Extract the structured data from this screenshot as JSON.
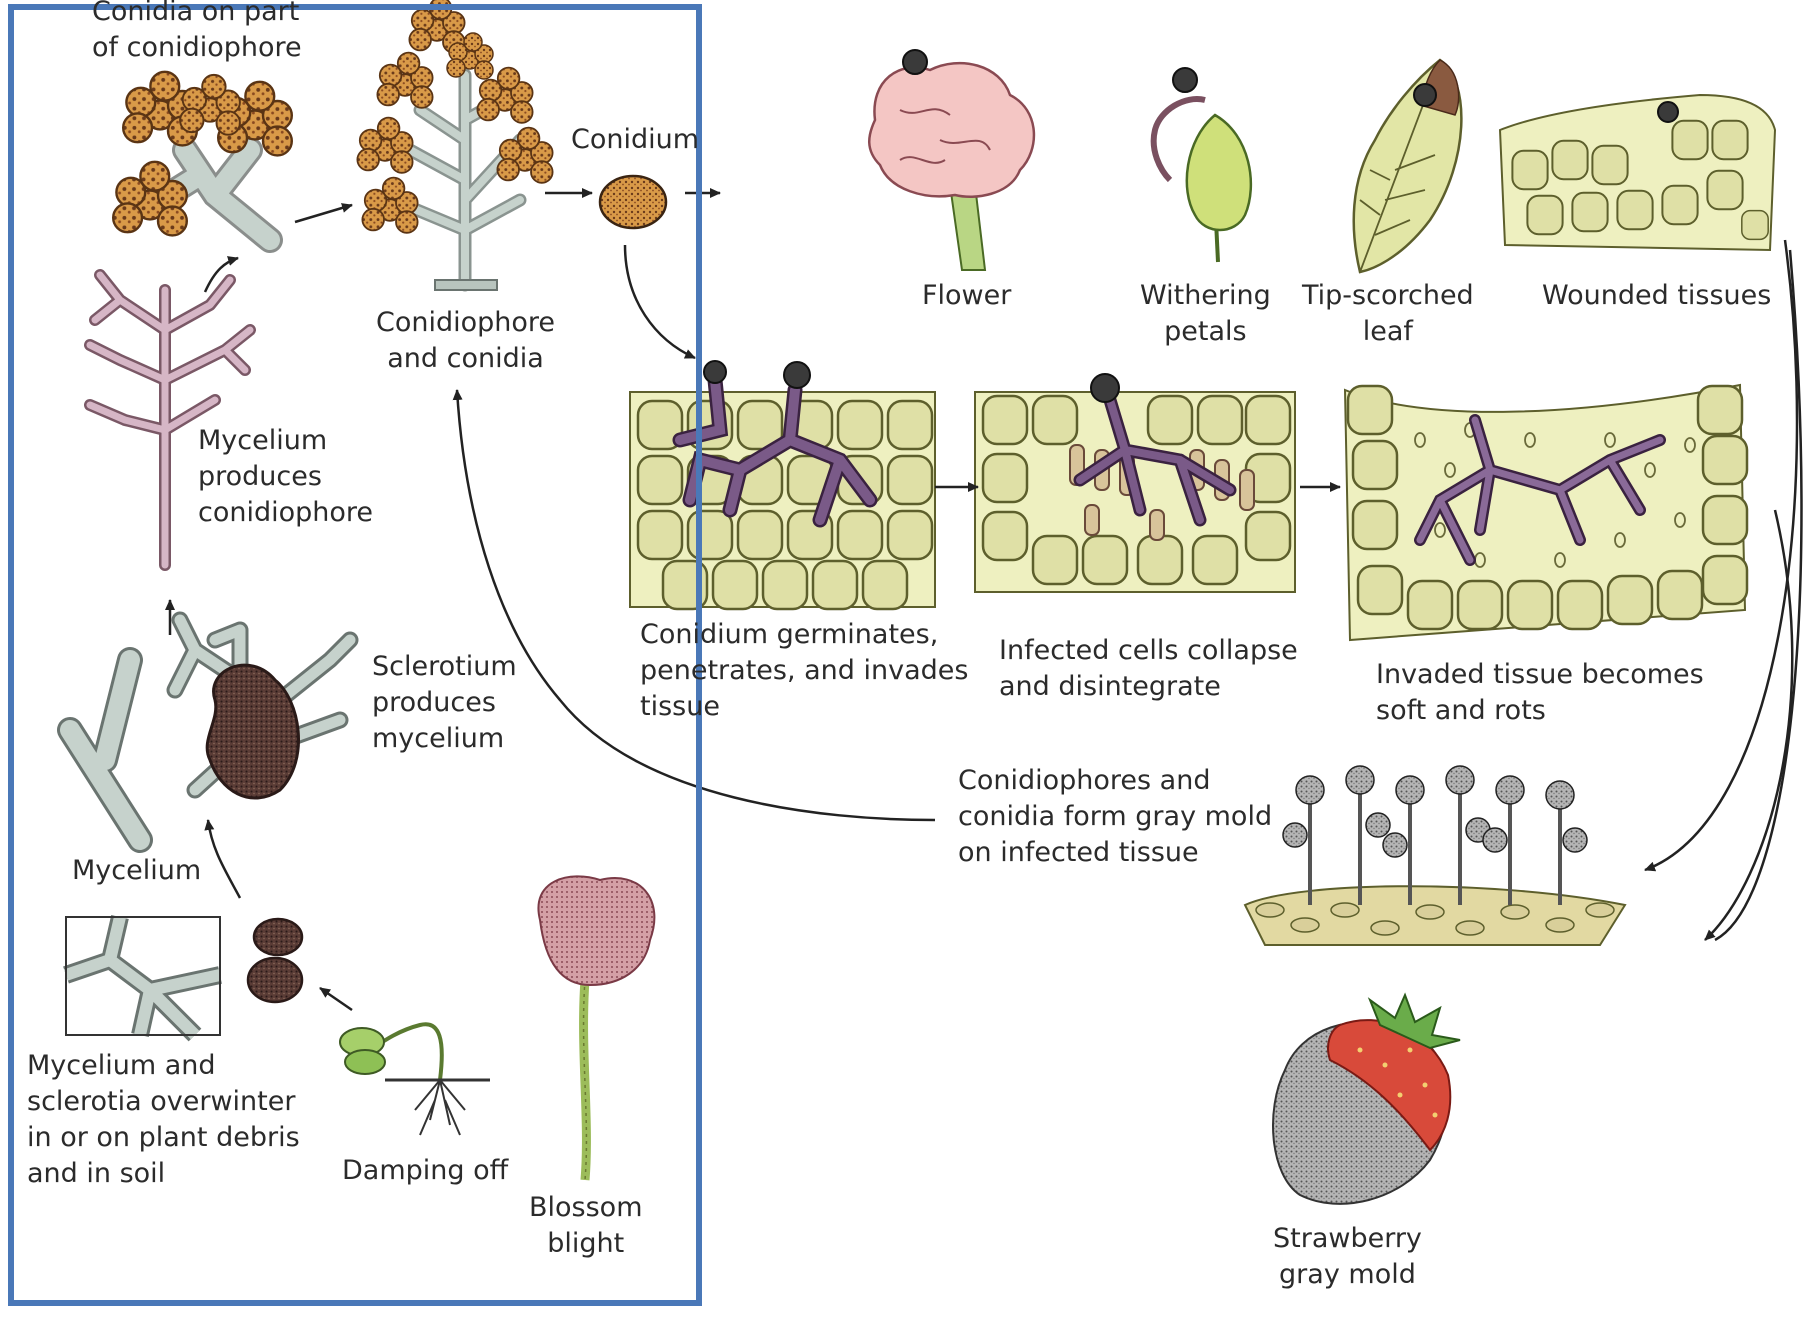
{
  "colors": {
    "frame": "#4a78b8",
    "hypha": "#b9c7c6",
    "hypha_pink": "#c98aa8",
    "conidia": "#c98a3a",
    "cell": "#dfe0a6",
    "cell_stroke": "#5d5f2c",
    "tissue": "#eef0c0",
    "mycelium_purple": "#6b4a78",
    "sclerotium": "#4a3330",
    "flower": "#f2c1c0",
    "leaf": "#dfe3a0",
    "strawberry": "#d84a3a",
    "mold": "#9a9a9a",
    "blossom": "#c98a8e",
    "stem_green": "#9cbc5a",
    "arrow": "#222222"
  },
  "labels": {
    "conidia_on_part": [
      "Conidia on part",
      "of conidiophore"
    ],
    "conidium": "Conidium",
    "conidiophore_and_conidia": [
      "Conidiophore",
      "and conidia"
    ],
    "mycelium_produces": [
      "Mycelium",
      "produces",
      "conidiophore"
    ],
    "sclerotium_produces": [
      "Sclerotium",
      "produces",
      "mycelium"
    ],
    "mycelium": "Mycelium",
    "overwinter": [
      "Mycelium and",
      "sclerotia overwinter",
      "in or on plant debris",
      "and in soil"
    ],
    "damping_off": "Damping off",
    "blossom_blight": [
      "Blossom",
      "blight"
    ],
    "flower": "Flower",
    "withering_petals": [
      "Withering",
      "petals"
    ],
    "tip_scorched": [
      "Tip-scorched",
      "leaf"
    ],
    "wounded": "Wounded tissues",
    "germinates": [
      "Conidium germinates,",
      "penetrates, and invades",
      "tissue"
    ],
    "collapse": [
      "Infected cells collapse",
      "and disintegrate"
    ],
    "rots": [
      "Invaded tissue becomes",
      "soft and rots"
    ],
    "gray_mold": [
      "Conidiophores and",
      "conidia form gray mold",
      "on infected tissue"
    ],
    "strawberry": [
      "Strawberry",
      "gray mold"
    ]
  }
}
